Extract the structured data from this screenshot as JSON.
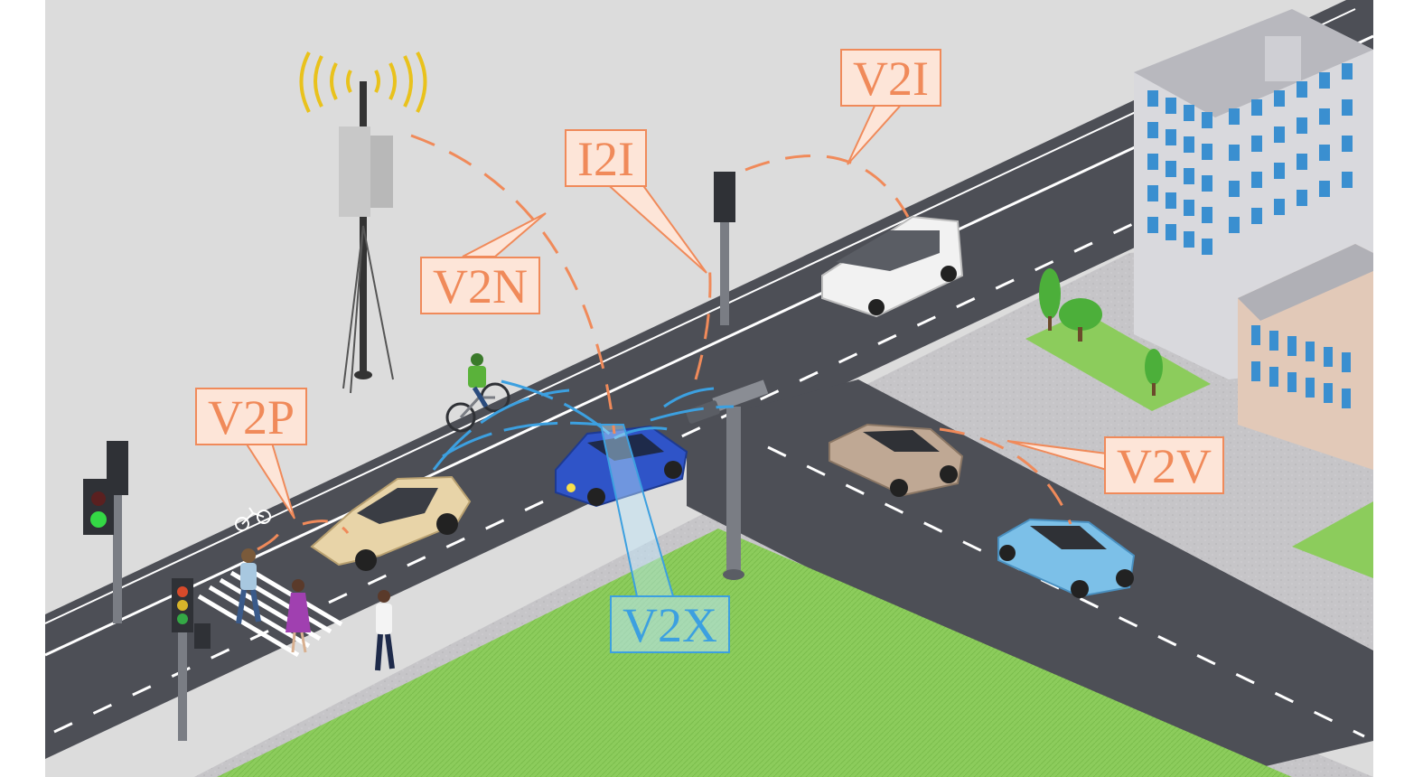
{
  "labels": {
    "v2i": "V2I",
    "i2i": "I2I",
    "v2n": "V2N",
    "v2p": "V2P",
    "v2v": "V2V",
    "v2x": "V2X"
  },
  "colors": {
    "ground": "#dcdcdc",
    "road": "#4d4f56",
    "sidewalk": "#c4c3c6",
    "grass": "#8ccc5c",
    "callout_orange": "#f08a5a",
    "callout_fill": "#fde5d8",
    "v2x_blue": "#3ca0e0"
  }
}
